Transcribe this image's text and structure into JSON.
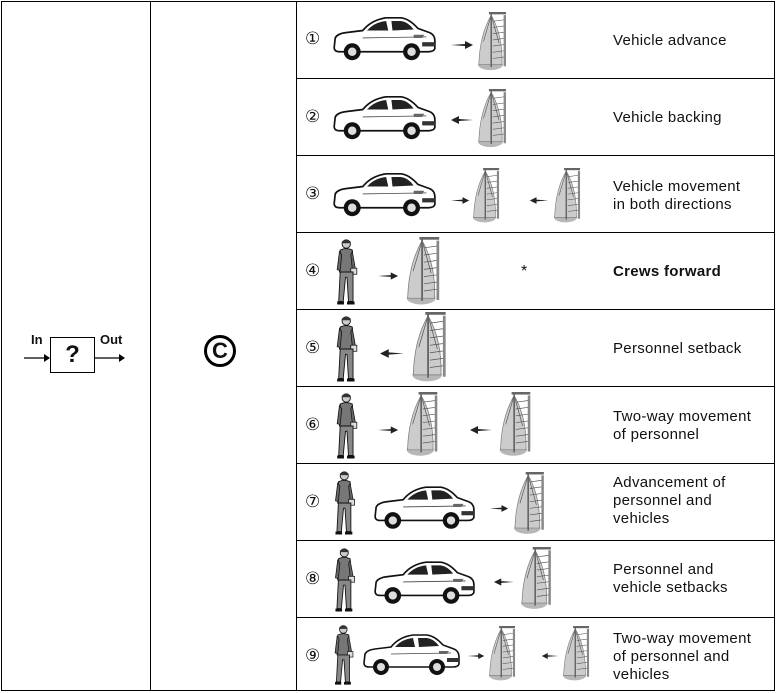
{
  "block": {
    "input_label": "In",
    "output_label": "Out",
    "symbol": "?",
    "icon": "unknown-process-block"
  },
  "mode_symbol": "C",
  "rows": [
    {
      "num": "①",
      "label_lines": [
        "Vehicle advance"
      ],
      "icons": [
        "car-icon",
        "arrow-right-icon",
        "curtain-sensor-icon"
      ],
      "bold": false
    },
    {
      "num": "②",
      "label_lines": [
        "Vehicle backing"
      ],
      "icons": [
        "car-icon",
        "arrow-left-icon",
        "curtain-sensor-icon"
      ],
      "bold": false
    },
    {
      "num": "③",
      "label_lines": [
        "Vehicle movement",
        "in both directions"
      ],
      "icons": [
        "car-icon",
        "arrow-right-icon",
        "curtain-sensor-icon",
        "arrow-left-icon",
        "curtain-sensor-icon"
      ],
      "bold": false
    },
    {
      "num": "④",
      "label_lines": [
        "Crews forward"
      ],
      "icons": [
        "person-icon",
        "arrow-right-icon",
        "curtain-sensor-icon"
      ],
      "bold": true,
      "mark": "*"
    },
    {
      "num": "⑤",
      "label_lines": [
        "Personnel setback"
      ],
      "icons": [
        "person-icon",
        "arrow-left-icon",
        "curtain-sensor-icon"
      ],
      "bold": false
    },
    {
      "num": "⑥",
      "label_lines": [
        "Two-way movement",
        "of personnel"
      ],
      "icons": [
        "person-icon",
        "arrow-right-icon",
        "curtain-sensor-icon",
        "arrow-left-icon",
        "curtain-sensor-icon"
      ],
      "bold": false
    },
    {
      "num": "⑦",
      "label_lines": [
        "Advancement of",
        "personnel and",
        "vehicles"
      ],
      "icons": [
        "person-icon",
        "car-icon",
        "arrow-right-icon",
        "curtain-sensor-icon"
      ],
      "bold": false
    },
    {
      "num": "⑧",
      "label_lines": [
        "Personnel and",
        "vehicle setbacks"
      ],
      "icons": [
        "person-icon",
        "car-icon",
        "arrow-left-icon",
        "curtain-sensor-icon"
      ],
      "bold": false
    },
    {
      "num": "⑨",
      "label_lines": [
        "Two-way movement",
        "of personnel and",
        "vehicles"
      ],
      "icons": [
        "person-icon",
        "car-icon",
        "arrow-right-icon",
        "curtain-sensor-icon",
        "arrow-left-icon",
        "curtain-sensor-icon"
      ],
      "bold": false
    }
  ]
}
